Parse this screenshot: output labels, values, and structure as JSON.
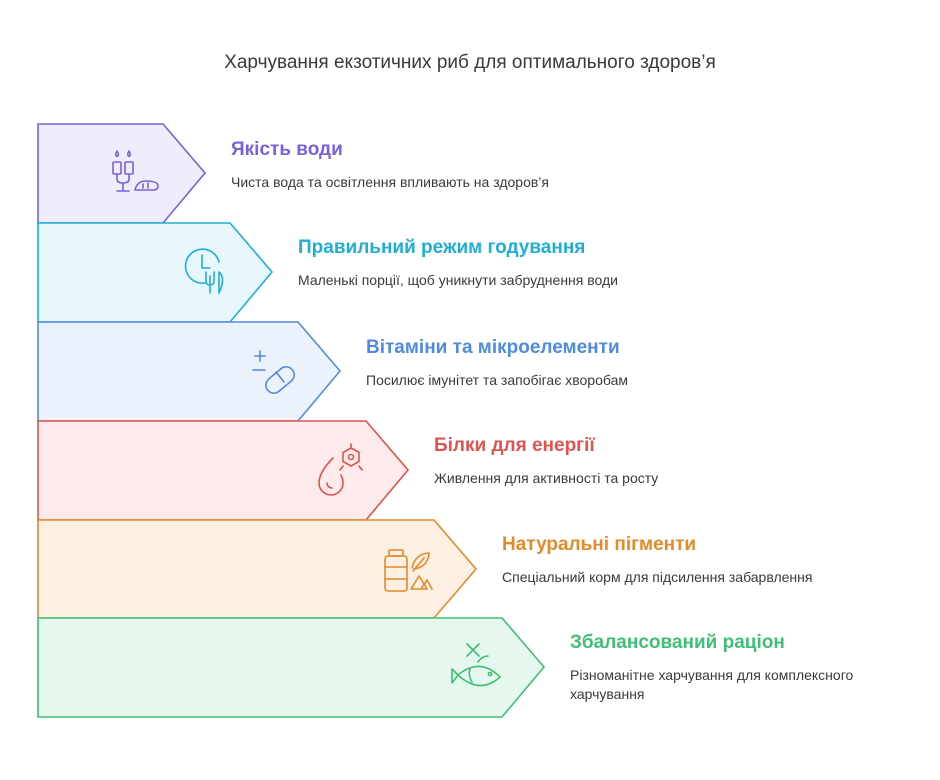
{
  "title": "Харчування екзотичних риб для оптимального здоров’я",
  "steps": [
    {
      "title": "Якість води",
      "desc": "Чиста вода та освітлення впливають на здоров’я",
      "color": "#7b61d9",
      "fill": "#efecfb",
      "icon": "water-drops-plant-icon"
    },
    {
      "title": "Правильний режим годування",
      "desc": "Маленькі порції, щоб уникнути забруднення води",
      "color": "#1faed6",
      "fill": "#e8f7fc",
      "icon": "clock-fork-icon"
    },
    {
      "title": "Вітаміни та мікроелементи",
      "desc": "Посилює імунітет та запобігає хворобам",
      "color": "#4f8bde",
      "fill": "#ecf2fc",
      "icon": "pill-icon"
    },
    {
      "title": "Білки для енергії",
      "desc": "Живлення для активності та росту",
      "color": "#e0534f",
      "fill": "#fdeaea",
      "icon": "drop-molecule-icon"
    },
    {
      "title": "Натуральні пігменти",
      "desc": "Спеціальний корм для підсилення забарвлення",
      "color": "#e38a2a",
      "fill": "#fdf0e2",
      "icon": "jar-leaf-icon"
    },
    {
      "title": "Збалансований раціон",
      "desc": "Різноманітне харчування для комплексного харчування",
      "color": "#3fbf74",
      "fill": "#e6f8ed",
      "icon": "fish-icon"
    }
  ]
}
